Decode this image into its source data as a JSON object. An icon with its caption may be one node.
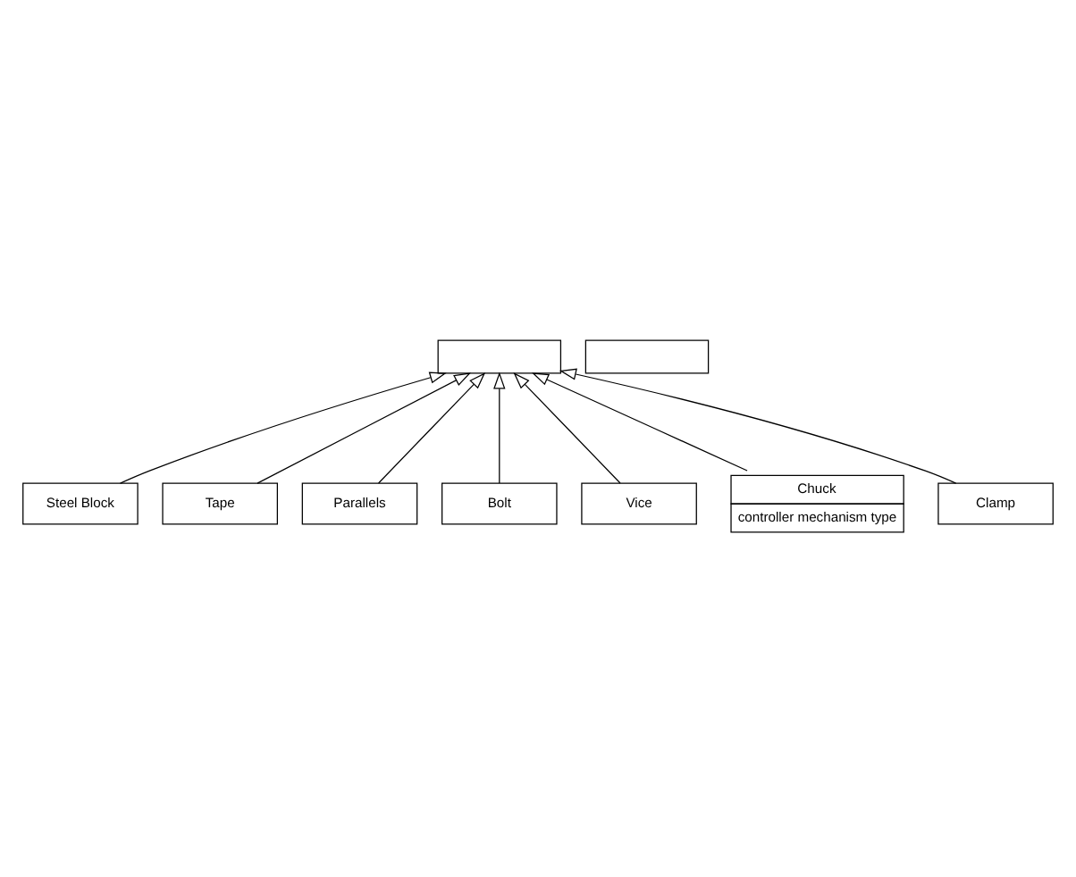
{
  "diagram": {
    "nodes": [
      {
        "text": [],
        "shape": "box"
      },
      {
        "text": [],
        "shape": "box"
      },
      {
        "text": [
          "Steel Block"
        ]
      },
      {
        "text": [
          "Tape"
        ]
      },
      {
        "text": [
          "Parallels"
        ]
      },
      {
        "text": [
          "Bolt"
        ]
      },
      {
        "text": [
          "Vice"
        ]
      },
      {
        "text": [
          "Chuck",
          "controller mechanism type"
        ]
      },
      {
        "text": [
          "Clamp"
        ]
      }
    ],
    "edges": [
      {
        "from": 2,
        "to": 0,
        "arrow": "to"
      },
      {
        "from": 3,
        "to": 0,
        "arrow": "to"
      },
      {
        "from": 4,
        "to": 0,
        "arrow": "to"
      },
      {
        "from": 5,
        "to": 0,
        "arrow": "to"
      },
      {
        "from": 6,
        "to": 0,
        "arrow": "to"
      },
      {
        "from": 7,
        "to": 0,
        "arrow": "to"
      },
      {
        "from": 8,
        "to": 0,
        "arrow": "to"
      }
    ]
  }
}
